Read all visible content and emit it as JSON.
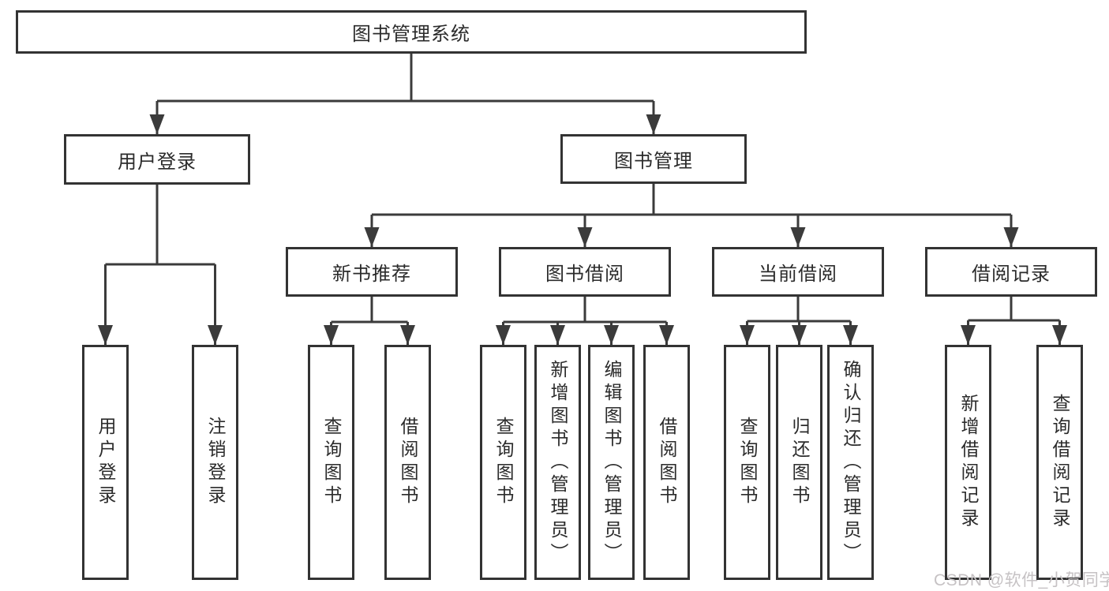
{
  "diagram": {
    "tree": {
      "label": "图书管理系统",
      "children": [
        {
          "label": "用户登录",
          "children": [
            {
              "label": "用户登录"
            },
            {
              "label": "注销登录"
            }
          ]
        },
        {
          "label": "图书管理",
          "children": [
            {
              "label": "新书推荐",
              "children": [
                {
                  "label": "查询图书"
                },
                {
                  "label": "借阅图书"
                }
              ]
            },
            {
              "label": "图书借阅",
              "children": [
                {
                  "label": "查询图书"
                },
                {
                  "label": "新增图书（管理员）"
                },
                {
                  "label": "编辑图书（管理员）"
                },
                {
                  "label": "借阅图书"
                }
              ]
            },
            {
              "label": "当前借阅",
              "children": [
                {
                  "label": "查询图书"
                },
                {
                  "label": "归还图书"
                },
                {
                  "label": "确认归还（管理员）"
                }
              ]
            },
            {
              "label": "借阅记录",
              "children": [
                {
                  "label": "新增借阅记录"
                },
                {
                  "label": "查询借阅记录"
                }
              ]
            }
          ]
        }
      ]
    }
  },
  "watermark": {
    "text": "CSDN @软件_小贺同学"
  },
  "colors": {
    "line": "#3b3b3b",
    "box_border": "#333333",
    "box_fill": "#ffffff",
    "text": "#2b2b2b",
    "background": "#ffffff",
    "watermark": "#c6c2c4"
  }
}
